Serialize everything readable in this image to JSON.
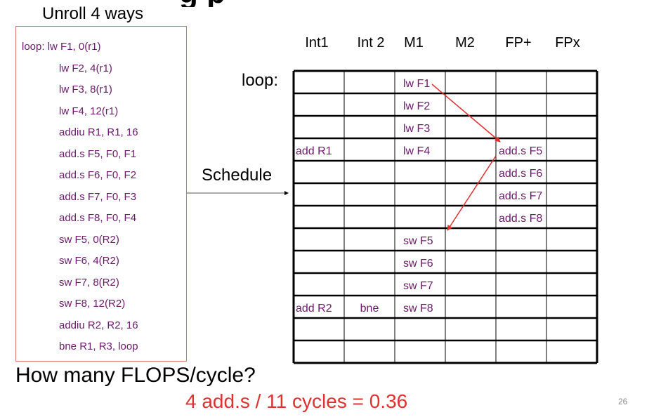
{
  "slide": {
    "title_fragment": "g  p",
    "unroll_heading": "Unroll 4 ways",
    "schedule_label": "Schedule",
    "loop_label": "loop:",
    "question": "How many FLOPS/cycle?",
    "answer": "4 add.s / 11 cycles = 0.36",
    "slide_number": "26"
  },
  "code": [
    "loop:  lw F1, 0(r1)",
    "lw F2, 4(r1)",
    "lw F3, 8(r1)",
    "lw F4, 12(r1)",
    "addiu R1, R1, 16",
    "add.s F5, F0, F1",
    "add.s F6, F0, F2",
    "add.s F7, F0, F3",
    "add.s F8, F0, F4",
    "sw F5, 0(R2)",
    "sw F6, 4(R2)",
    "sw F7, 8(R2)",
    "sw F8, 12(R2)",
    "addiu R2, R2, 16",
    "bne R1, R3, loop"
  ],
  "columns": [
    "Int1",
    "Int 2",
    "M1",
    "M2",
    "FP+",
    "FPx"
  ],
  "schedule": [
    [
      "",
      "",
      "lw F1",
      "",
      "",
      ""
    ],
    [
      "",
      "",
      "lw F2",
      "",
      "",
      ""
    ],
    [
      "",
      "",
      "lw F3",
      "",
      "",
      ""
    ],
    [
      "add R1",
      "",
      "lw F4",
      "",
      "add.s F5",
      ""
    ],
    [
      "",
      "",
      "",
      "",
      "add.s F6",
      ""
    ],
    [
      "",
      "",
      "",
      "",
      "add.s F7",
      ""
    ],
    [
      "",
      "",
      "",
      "",
      "add.s F8",
      ""
    ],
    [
      "",
      "",
      "sw F5",
      "",
      "",
      ""
    ],
    [
      "",
      "",
      "sw F6",
      "",
      "",
      ""
    ],
    [
      "",
      "",
      "sw F7",
      "",
      "",
      ""
    ],
    [
      "add R2",
      "bne",
      "sw F8",
      "",
      "",
      ""
    ],
    [
      "",
      "",
      "",
      "",
      "",
      ""
    ],
    [
      "",
      "",
      "",
      "",
      "",
      ""
    ]
  ],
  "colors": {
    "code_text": "#6b1a6b",
    "code_box_border": "#e07070",
    "dependency_arrow": "#e03030",
    "answer": "#e03030"
  }
}
